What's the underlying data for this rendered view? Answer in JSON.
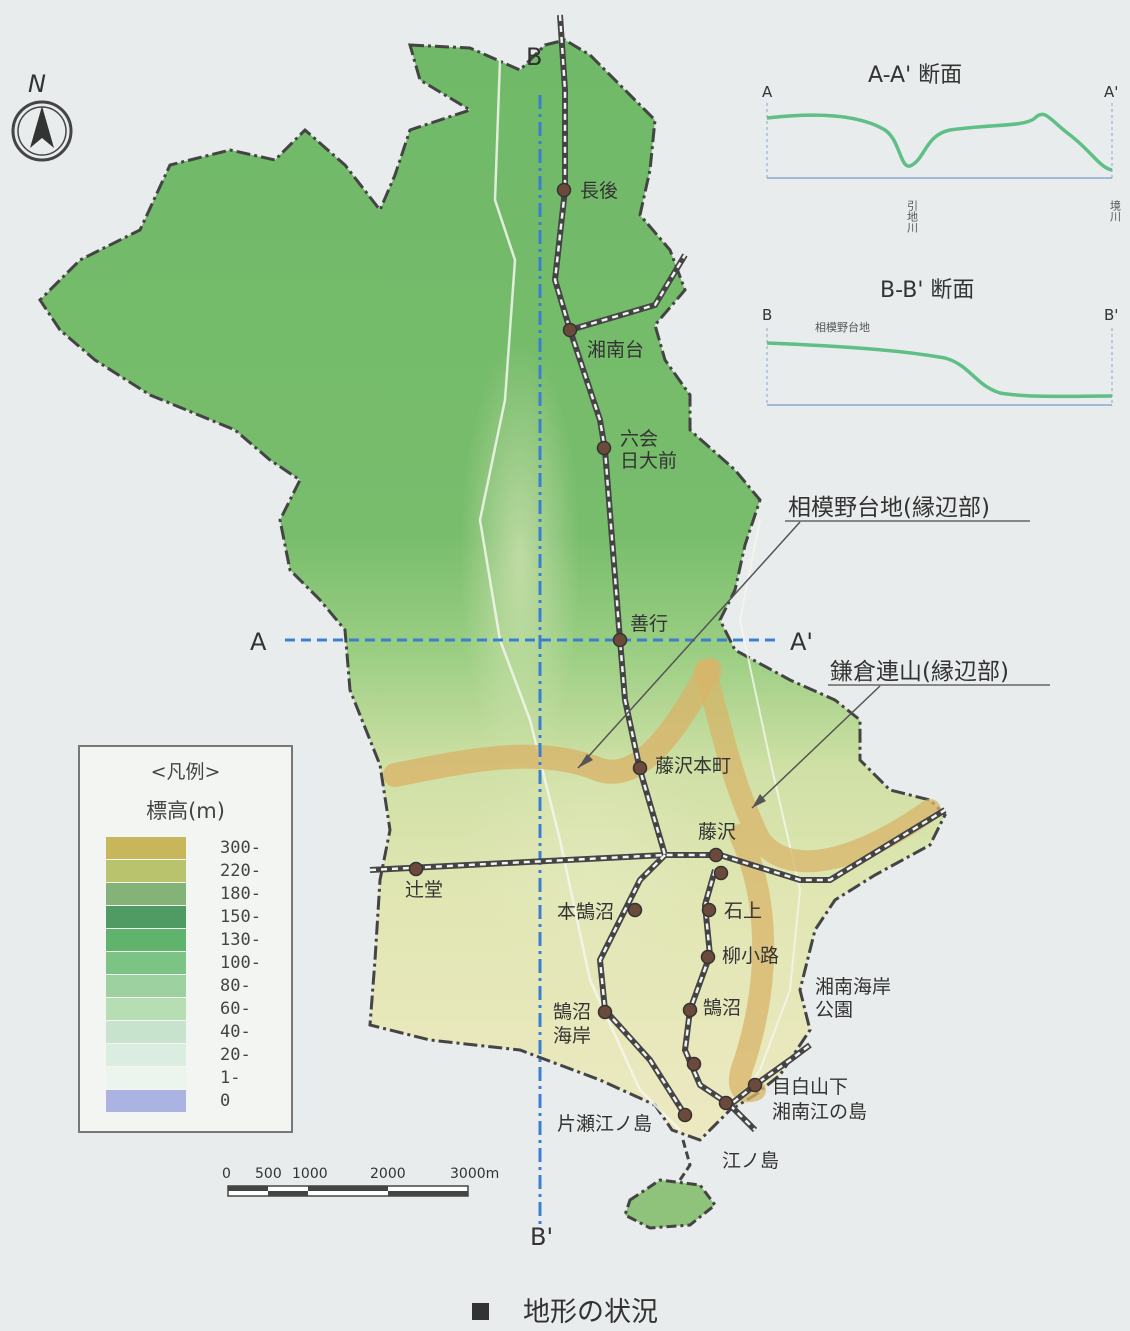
{
  "map": {
    "caption": "地形の状況",
    "north_label": "N",
    "section_lines": {
      "a_start": "A",
      "a_end": "A'",
      "b_start": "B",
      "b_end": "B'"
    },
    "stations": [
      "長後",
      "湘南台",
      "六会",
      "日大前",
      "善行",
      "藤沢本町",
      "藤沢",
      "辻堂",
      "本鵠沼",
      "石上",
      "柳小路",
      "鵠沼",
      "鵠沼",
      "海岸",
      "湘南海岸",
      "公園",
      "目白山下",
      "湘南江の島",
      "片瀬江ノ島",
      "江ノ島"
    ],
    "annotations": {
      "sagami_plateau": "相模野台地(縁辺部)",
      "kamakura_hills": "鎌倉連山(縁辺部)"
    },
    "scale_bar": {
      "ticks": [
        "0",
        "500",
        "1000",
        "2000",
        "3000m"
      ]
    },
    "colors": {
      "route_blue": "#3b7fd0",
      "green": "#64b35e",
      "yellow_band": "#d8b46a"
    }
  },
  "legend": {
    "title": "<凡例>",
    "subtitle": "標高(m)",
    "items": [
      {
        "label": "300-",
        "color": "#c8b75a"
      },
      {
        "label": "220-",
        "color": "#b9c26c"
      },
      {
        "label": "180-",
        "color": "#84b377"
      },
      {
        "label": "150-",
        "color": "#4f9b63"
      },
      {
        "label": "130-",
        "color": "#5fb36d"
      },
      {
        "label": "100-",
        "color": "#7bc486"
      },
      {
        "label": "80-",
        "color": "#9dd2a0"
      },
      {
        "label": "60-",
        "color": "#b7ddb4"
      },
      {
        "label": "40-",
        "color": "#c8e3cd"
      },
      {
        "label": "20-",
        "color": "#dbece0"
      },
      {
        "label": "1-",
        "color": "#ecf4ee"
      },
      {
        "label": "0",
        "color": "#aab3e2"
      }
    ]
  },
  "profiles": {
    "a": {
      "title": "A-A' 断面",
      "left": "A",
      "right": "A'",
      "feature_1": "引地川",
      "feature_2": "境川"
    },
    "b": {
      "title": "B-B' 断面",
      "left": "B",
      "right": "B'",
      "feature_1": "相模野台地"
    }
  }
}
